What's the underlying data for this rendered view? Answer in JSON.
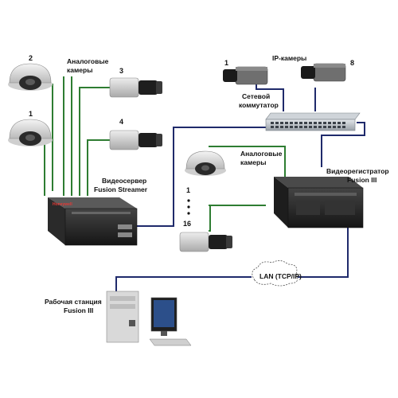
{
  "labels": {
    "analog_cameras_top_1": "Аналоговые",
    "analog_cameras_top_2": "камеры",
    "ip_cameras": "IP-камеры",
    "network_switch_1": "Сетевой",
    "network_switch_2": "коммутатор",
    "video_server_1": "Видеосервер",
    "video_server_2": "Fusion Streamer",
    "analog_cameras_mid_1": "Аналоговые",
    "analog_cameras_mid_2": "камеры",
    "dvr_1": "Видеорегистратор",
    "dvr_2": "Fusion III",
    "lan": "LAN (TCP/IP)",
    "workstation_1": "Рабочая станция",
    "workstation_2": "Fusion III",
    "server_brand": "Honeywell"
  },
  "numbers": {
    "dome_top": "2",
    "dome_bottom": "1",
    "box_cam_top": "3",
    "box_cam_bottom": "4",
    "ip_cam_left": "1",
    "ip_cam_right": "8",
    "dvr_cam_first": "1",
    "dvr_cam_last": "16",
    "ellipsis": "•\n•\n•"
  },
  "colors": {
    "analog_cable": "#2e7d32",
    "network_cable": "#1f2a6b",
    "device_dark": "#2b2b2b",
    "camera_grey": "#d8d8d8"
  }
}
